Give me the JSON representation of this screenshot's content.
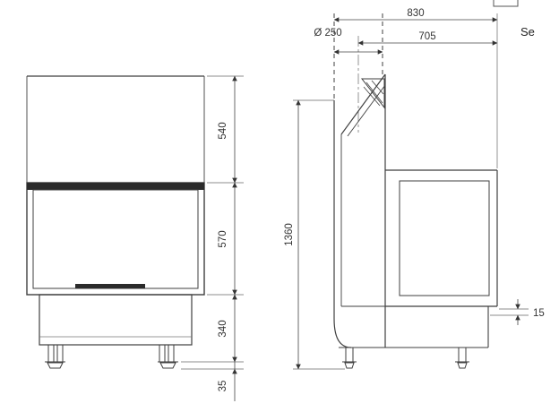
{
  "page": {
    "background": "#ffffff",
    "line_color": "#3f3f3f",
    "dim_line_color": "#444444"
  },
  "corner": {
    "partial_text": "Se"
  },
  "front_view": {
    "dims": {
      "top_section": "540",
      "firebox": "570",
      "base": "340",
      "feet": "35"
    }
  },
  "side_view": {
    "dims": {
      "depth_total": "830",
      "depth_to_flue_center": "705",
      "flue_diameter": "Ø 250",
      "height_total": "1360",
      "base_recess": "15"
    }
  }
}
